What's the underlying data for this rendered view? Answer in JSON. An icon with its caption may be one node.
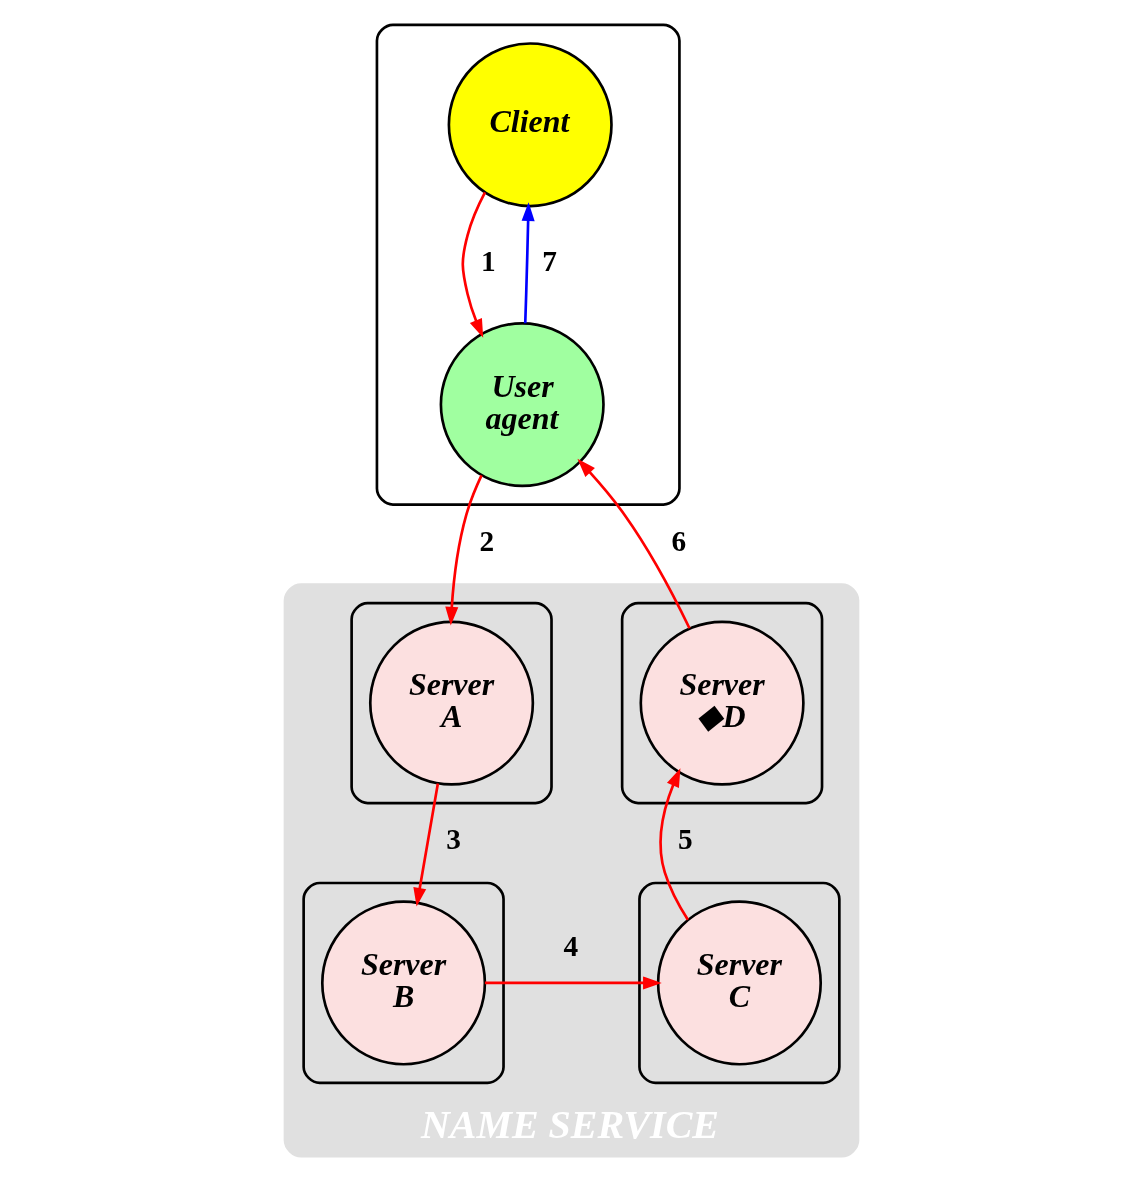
{
  "diagram": {
    "nodes": [
      {
        "text": [],
        "shape": "box"
      },
      {
        "text": [
          "Client"
        ],
        "in": 0
      },
      {
        "text": [
          "User agent"
        ],
        "in": 0
      },
      {
        "text": [
          "NAME SERVICE"
        ]
      },
      {
        "text": [],
        "shape": "box",
        "in": 3
      },
      {
        "text": [
          "Server A"
        ],
        "in": 4
      },
      {
        "text": [],
        "shape": "box",
        "in": 3
      },
      {
        "text": [
          "Server ◆D"
        ],
        "in": 6
      },
      {
        "text": [],
        "shape": "box",
        "in": 3
      },
      {
        "text": [
          "Server B"
        ],
        "in": 8
      },
      {
        "text": [],
        "shape": "box",
        "in": 3
      },
      {
        "text": [
          "Server C"
        ],
        "in": 10
      }
    ],
    "edges": [
      {
        "from": 1,
        "to": 2,
        "arrow": "to",
        "label": "1"
      },
      {
        "from": 2,
        "to": 1,
        "arrow": "to",
        "label": "7",
        "color": "#0000ff"
      },
      {
        "from": 2,
        "to": 5,
        "arrow": "to",
        "label": "2"
      },
      {
        "from": 5,
        "to": 9,
        "arrow": "to",
        "label": "3"
      },
      {
        "from": 9,
        "to": 11,
        "arrow": "to",
        "label": "4"
      },
      {
        "from": 11,
        "to": 7,
        "arrow": "to",
        "label": "5"
      },
      {
        "from": 7,
        "to": 2,
        "arrow": "to",
        "label": "6"
      }
    ]
  }
}
